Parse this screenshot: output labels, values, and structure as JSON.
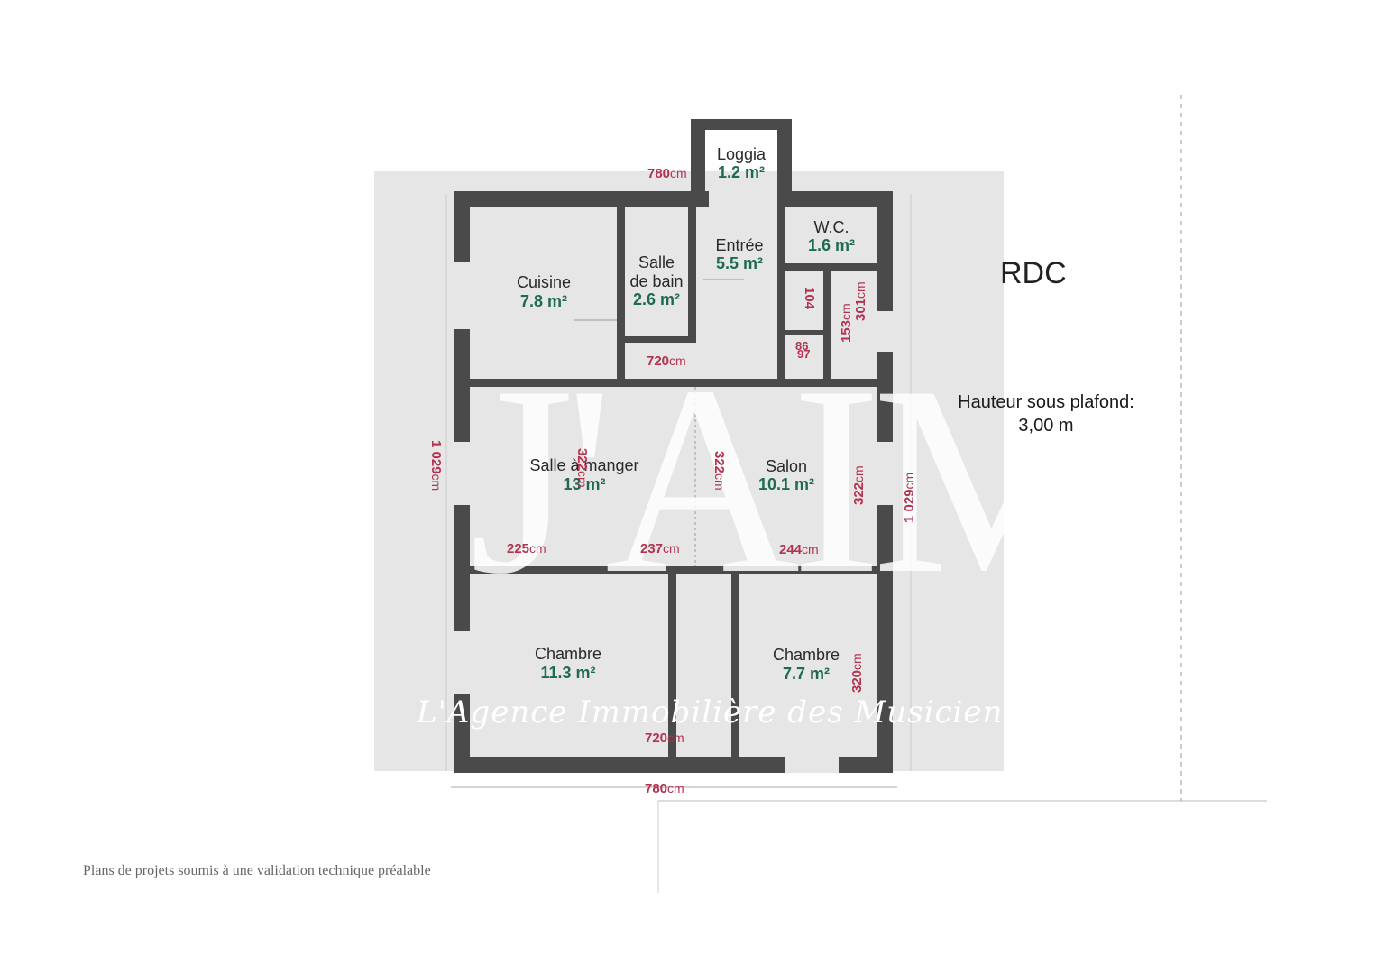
{
  "plan": {
    "level": "RDC",
    "ceiling_label": "Hauteur sous plafond:",
    "ceiling_value": "3,00 m",
    "footer_note": "Plans de projets soumis à une validation technique préalable",
    "watermark_brand": "L'Agence Immobilière des Musiciens",
    "watermark_logo": "J'AIM'"
  },
  "rooms": {
    "loggia": {
      "name": "Loggia",
      "area": "1.2 m²"
    },
    "wc": {
      "name": "W.C.",
      "area": "1.6 m²"
    },
    "entree": {
      "name": "Entrée",
      "area": "5.5 m²"
    },
    "salle_de_bain": {
      "name": "Salle\nde bain",
      "area": "2.6 m²"
    },
    "cuisine": {
      "name": "Cuisine",
      "area": "7.8 m²"
    },
    "salle_a_manger": {
      "name": "Salle à manger",
      "area": "13 m²"
    },
    "salon": {
      "name": "Salon",
      "area": "10.1 m²"
    },
    "chambre_1": {
      "name": "Chambre",
      "area": "11.3 m²"
    },
    "chambre_2": {
      "name": "Chambre",
      "area": "7.7 m²"
    }
  },
  "dimensions": {
    "top_width": {
      "value": "780",
      "unit": "cm"
    },
    "inner_top": {
      "value": "720",
      "unit": "cm"
    },
    "left_height": {
      "value": "1 029",
      "unit": "cm"
    },
    "right_height": {
      "value": "1 029",
      "unit": "cm"
    },
    "d_104": {
      "value": "104",
      "unit": ""
    },
    "d_153": {
      "value": "153",
      "unit": "cm"
    },
    "d_301": {
      "value": "301",
      "unit": "cm"
    },
    "d_86": {
      "value": "86",
      "unit": ""
    },
    "d_97": {
      "value": "97",
      "unit": ""
    },
    "sam_h": {
      "value": "322",
      "unit": "cm"
    },
    "salon_h1": {
      "value": "322",
      "unit": "cm"
    },
    "salon_h2": {
      "value": "322",
      "unit": "cm"
    },
    "w_225": {
      "value": "225",
      "unit": "cm"
    },
    "w_237": {
      "value": "237",
      "unit": "cm"
    },
    "w_244": {
      "value": "244",
      "unit": "cm"
    },
    "chambre_h": {
      "value": "320",
      "unit": "cm"
    },
    "inner_bottom": {
      "value": "720",
      "unit": "cm"
    },
    "bottom_width": {
      "value": "780",
      "unit": "cm"
    }
  },
  "colors": {
    "wall": "#4a4a4a",
    "room_fill": "#e6e6e6",
    "area_text": "#1f6b52",
    "dimension_text": "#b3324f"
  }
}
